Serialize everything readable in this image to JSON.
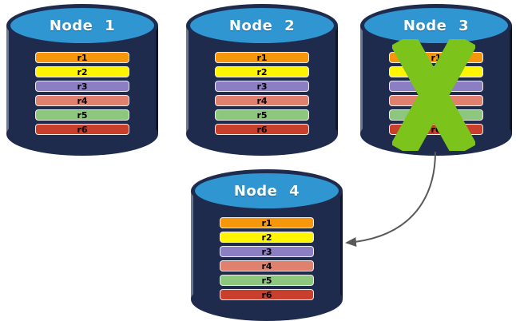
{
  "diagram": {
    "nodes": [
      {
        "label": "Node 1",
        "failed": false
      },
      {
        "label": "Node 2",
        "failed": false
      },
      {
        "label": "Node 3",
        "failed": true
      },
      {
        "label": "Node 4",
        "failed": false
      }
    ],
    "rows": [
      {
        "label": "r1",
        "color": "#F6970B"
      },
      {
        "label": "r2",
        "color": "#FFF500"
      },
      {
        "label": "r3",
        "color": "#8C7EC3"
      },
      {
        "label": "r4",
        "color": "#E0816F"
      },
      {
        "label": "r5",
        "color": "#8CC77D"
      },
      {
        "label": "r6",
        "color": "#C8402C"
      }
    ],
    "colors": {
      "cylinder_body": "#1E2B4D",
      "cylinder_top": "#3096D2",
      "node_label": "#FFFFFF",
      "row_text": "#000000",
      "failure_x": "#7CC31B",
      "arrow": "#595959",
      "background": "#FFFFFF"
    },
    "failure_marker": {
      "node": "Node 3",
      "icon": "x-mark"
    },
    "arrow": {
      "from": "Node 3",
      "to": "Node 4"
    }
  }
}
